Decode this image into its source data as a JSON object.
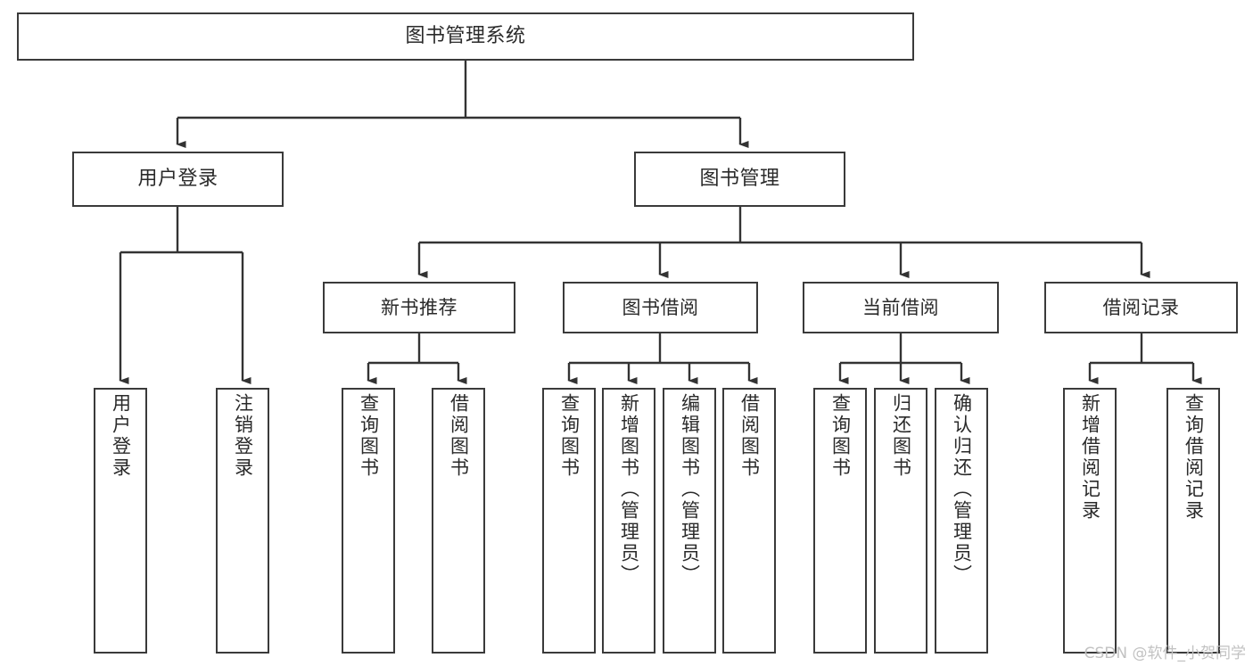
{
  "diagram": {
    "type": "tree",
    "title": "图书管理系统",
    "watermark": "CSDN @软件_小贺同学",
    "colors": {
      "border": "#3a3a3a",
      "background": "#ffffff",
      "text": "#2a2a2a",
      "edge": "#333333",
      "watermark": "#c2c2c2"
    },
    "nodes": {
      "root": {
        "label": "图书管理系统"
      },
      "level2": [
        {
          "id": "user-login",
          "label": "用户登录"
        },
        {
          "id": "book-management",
          "label": "图书管理"
        }
      ],
      "level3": [
        {
          "id": "new-book-recommend",
          "label": "新书推荐"
        },
        {
          "id": "book-borrow",
          "label": "图书借阅"
        },
        {
          "id": "current-borrow",
          "label": "当前借阅"
        },
        {
          "id": "borrow-record",
          "label": "借阅记录"
        }
      ],
      "leaves": {
        "user_login": [
          {
            "id": "leaf-user-login",
            "label": "用户登录"
          },
          {
            "id": "leaf-logout-login",
            "label": "注销登录"
          }
        ],
        "new_book_recommend": [
          {
            "id": "leaf-query-book-1",
            "label": "查询图书"
          },
          {
            "id": "leaf-borrow-book-1",
            "label": "借阅图书"
          }
        ],
        "book_borrow": [
          {
            "id": "leaf-query-book-2",
            "label": "查询图书"
          },
          {
            "id": "leaf-add-book-admin",
            "label": "新增图书（管理员）"
          },
          {
            "id": "leaf-edit-book-admin",
            "label": "编辑图书（管理员）"
          },
          {
            "id": "leaf-borrow-book-2",
            "label": "借阅图书"
          }
        ],
        "current_borrow": [
          {
            "id": "leaf-query-book-3",
            "label": "查询图书"
          },
          {
            "id": "leaf-return-book",
            "label": "归还图书"
          },
          {
            "id": "leaf-confirm-return-admin",
            "label": "确认归还（管理员）"
          }
        ],
        "borrow_record": [
          {
            "id": "leaf-add-borrow-record",
            "label": "新增借阅记录"
          },
          {
            "id": "leaf-query-borrow-record",
            "label": "查询借阅记录"
          }
        ]
      }
    }
  }
}
